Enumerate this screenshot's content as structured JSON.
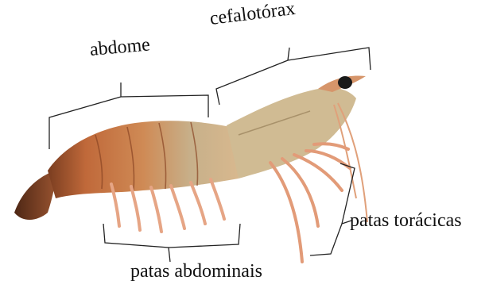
{
  "labels": {
    "abdome": "abdome",
    "cefalotorax": "cefalotórax",
    "patas_toracicas": "patas torácicas",
    "patas_abdominais": "patas abdominais"
  },
  "colors": {
    "shell_orange": "#c8743f",
    "shell_light": "#e4a67a",
    "shell_translucent": "#c9b89a",
    "legs": "#e8a07e",
    "tail_dark": "#6b3a22",
    "eye": "#1a1a1a",
    "bracket": "#222222"
  }
}
